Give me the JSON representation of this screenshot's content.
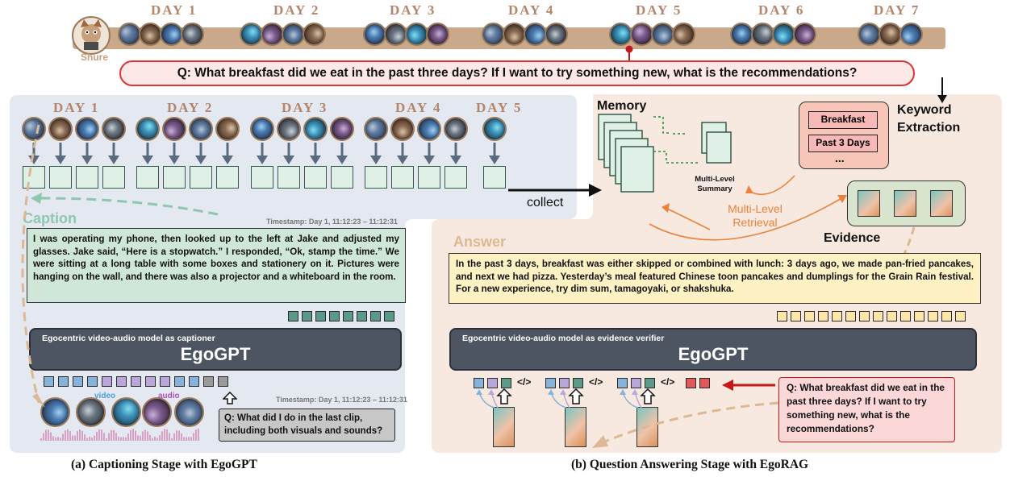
{
  "timeline": {
    "days": [
      "DAY 1",
      "DAY 2",
      "DAY 3",
      "DAY 4",
      "DAY 5",
      "DAY 6",
      "DAY 7"
    ],
    "person": "Shure"
  },
  "question_top": "Q: What breakfast did we eat in the past three days? If I want to try something new, what is the recommendations?",
  "caption_stage": {
    "days": [
      "DAY 1",
      "DAY 2",
      "DAY 3",
      "DAY 4",
      "DAY 5"
    ],
    "section_label": "Caption",
    "timestamp": "Timestamp: Day 1, 11:12:23 – 11:12:31",
    "caption_text": "I was operating my phone, then looked up to the left at Jake and adjusted my glasses. Jake said, “Here is a stopwatch.” I responded, “Ok, stamp the time.” We were sitting at a long table with some boxes and stationery on it. Pictures were hanging on the wall, and there was also a projector and a whiteboard in the room.",
    "model_subtitle": "Egocentric video-audio model as captioner",
    "model_name": "EgoGPT",
    "video_label": "video",
    "audio_label": "audio",
    "timestamp2": "Timestamp: Day 1, 11:12:23 – 11:12:31",
    "question": "Q: What did I do in the last clip, including both visuals and sounds?",
    "collect_label": "collect",
    "stage_title": "(a) Captioning Stage with EgoGPT"
  },
  "qa_stage": {
    "memory_label": "Memory",
    "summary_label": "Multi-Level Summary",
    "retrieval_label": "Multi-Level Retrieval",
    "keyword_title": "Keyword Extraction",
    "keywords": [
      "Breakfast",
      "Past 3 Days",
      "..."
    ],
    "evidence_label": "Evidence",
    "answer_label": "Answer",
    "answer_text": "In the past 3 days, breakfast was either skipped or combined with lunch: 3 days ago, we made pan-fried pancakes, and next we had pizza. Yesterday’s meal featured Chinese toon pancakes and dumplings for the Grain Rain festival. For a new experience, try dim sum, tamagoyaki, or shakshuka.",
    "model_subtitle": "Egocentric video-audio model as evidence verifier",
    "model_name": "EgoGPT",
    "sep": "</>",
    "question": "Q: What breakfast did we eat in the past three days? If I want to try something new, what is the recommendations?",
    "stage_title": "(b) Question Answering Stage with EgoRAG"
  },
  "colors": {
    "left_panel": "#e3e8f1",
    "right_panel": "#f7e9df",
    "caption_green": "#8fc6b0",
    "question_red": "#d33",
    "timeline_bar": "#c9a98a"
  }
}
